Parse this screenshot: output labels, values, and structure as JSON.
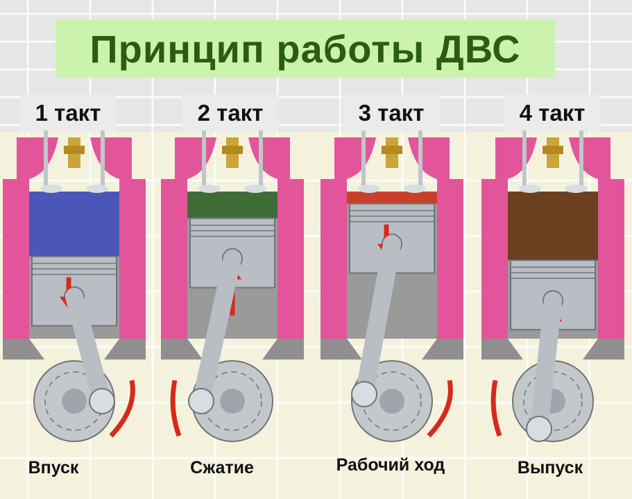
{
  "title": "Принцип работы  ДВС",
  "strokes": [
    {
      "label": "1 такт",
      "phase": "Впуск",
      "gas_color": "#4a56b8",
      "piston_pos": 0.85,
      "crank": "bottom"
    },
    {
      "label": "2 такт",
      "phase": "Сжатие",
      "gas_color": "#3f6b37",
      "piston_pos": 0.35,
      "crank": "top"
    },
    {
      "label": "3 такт",
      "phase": "Рабочий ход",
      "gas_color": "#c9402a",
      "piston_pos": 0.05,
      "crank": "left"
    },
    {
      "label": "4 такт",
      "phase": "Выпуск",
      "gas_color": "#6b4020",
      "piston_pos": 0.9,
      "crank": "bottom-right"
    }
  ],
  "colors": {
    "title_bg": "#ccf3ad",
    "title_text": "#2b5d0e",
    "cylinder_wall": "#e2559a",
    "arrow": "#d62a1c",
    "piston": "#b8bec3"
  }
}
